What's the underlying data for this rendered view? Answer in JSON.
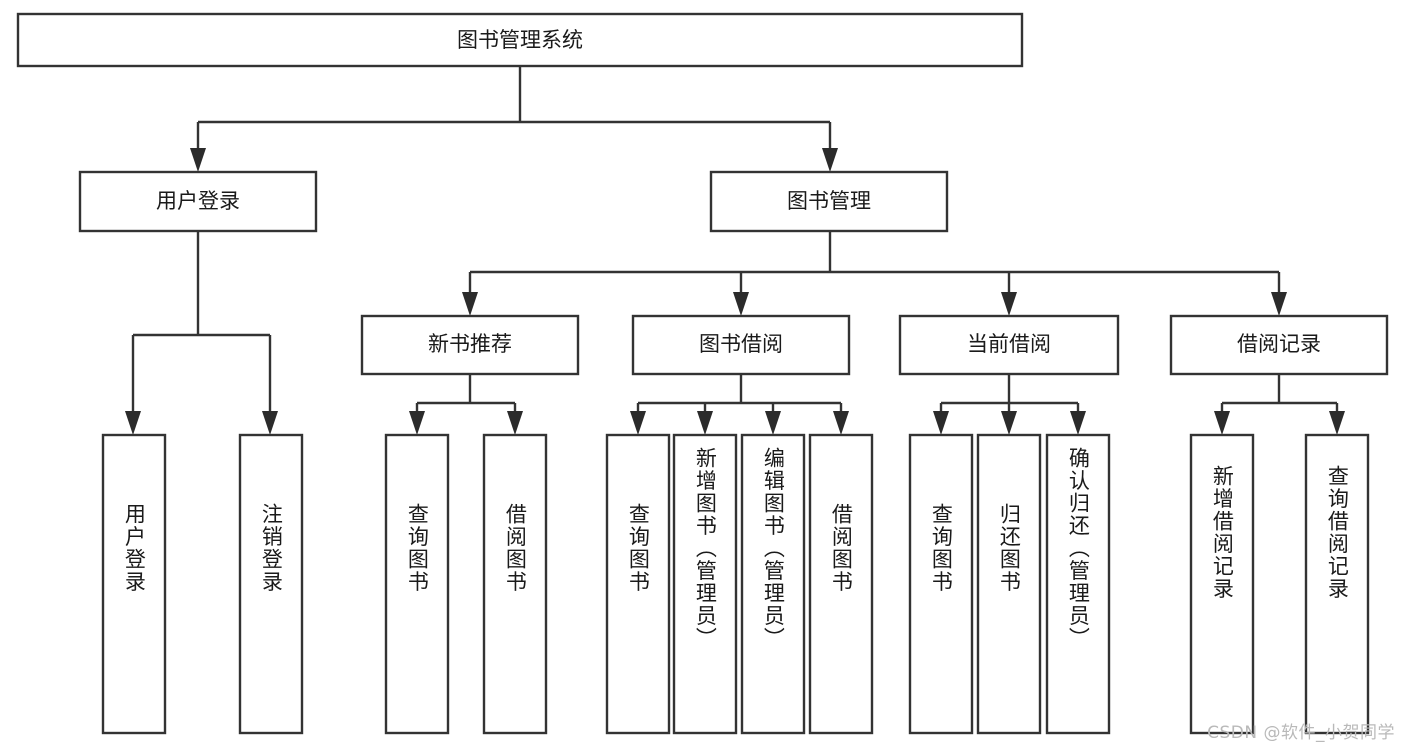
{
  "diagram": {
    "title": "图书管理系统",
    "type": "hierarchy-tree",
    "root": {
      "label": "图书管理系统",
      "children": [
        {
          "label": "用户登录",
          "children": [
            {
              "label": "用户登录"
            },
            {
              "label": "注销登录"
            }
          ]
        },
        {
          "label": "图书管理",
          "children": [
            {
              "label": "新书推荐",
              "children": [
                {
                  "label": "查询图书"
                },
                {
                  "label": "借阅图书"
                }
              ]
            },
            {
              "label": "图书借阅",
              "children": [
                {
                  "label": "查询图书"
                },
                {
                  "label": "新增图书（管理员）"
                },
                {
                  "label": "编辑图书（管理员）"
                },
                {
                  "label": "借阅图书"
                }
              ]
            },
            {
              "label": "当前借阅",
              "children": [
                {
                  "label": "查询图书"
                },
                {
                  "label": "归还图书"
                },
                {
                  "label": "确认归还（管理员）"
                }
              ]
            },
            {
              "label": "借阅记录",
              "children": [
                {
                  "label": "新增借阅记录"
                },
                {
                  "label": "查询借阅记录"
                }
              ]
            }
          ]
        }
      ]
    },
    "nodes": {
      "root": "图书管理系统",
      "l2_user_login": "用户登录",
      "l2_book_mgmt": "图书管理",
      "l3_new_book": "新书推荐",
      "l3_borrow": "图书借阅",
      "l3_current": "当前借阅",
      "l3_record": "借阅记录",
      "leaf_user_login": "用户登录",
      "leaf_logout": "注销登录",
      "leaf_nb_query": "查询图书",
      "leaf_nb_borrow": "借阅图书",
      "leaf_bw_query": "查询图书",
      "leaf_bw_add": "新增图书（管理员）",
      "leaf_bw_edit": "编辑图书（管理员）",
      "leaf_bw_borrow": "借阅图书",
      "leaf_cb_query": "查询图书",
      "leaf_cb_return": "归还图书",
      "leaf_cb_confirm": "确认归还（管理员）",
      "leaf_rec_add": "新增借阅记录",
      "leaf_rec_query": "查询借阅记录"
    }
  },
  "watermark": {
    "text": "CSDN @软件_小贺同学"
  },
  "colors": {
    "background": "#ffffff",
    "box_fill": "#ffffff",
    "box_stroke": "#333333",
    "text": "#1a1a1a",
    "watermark": "#b9b9b9"
  }
}
